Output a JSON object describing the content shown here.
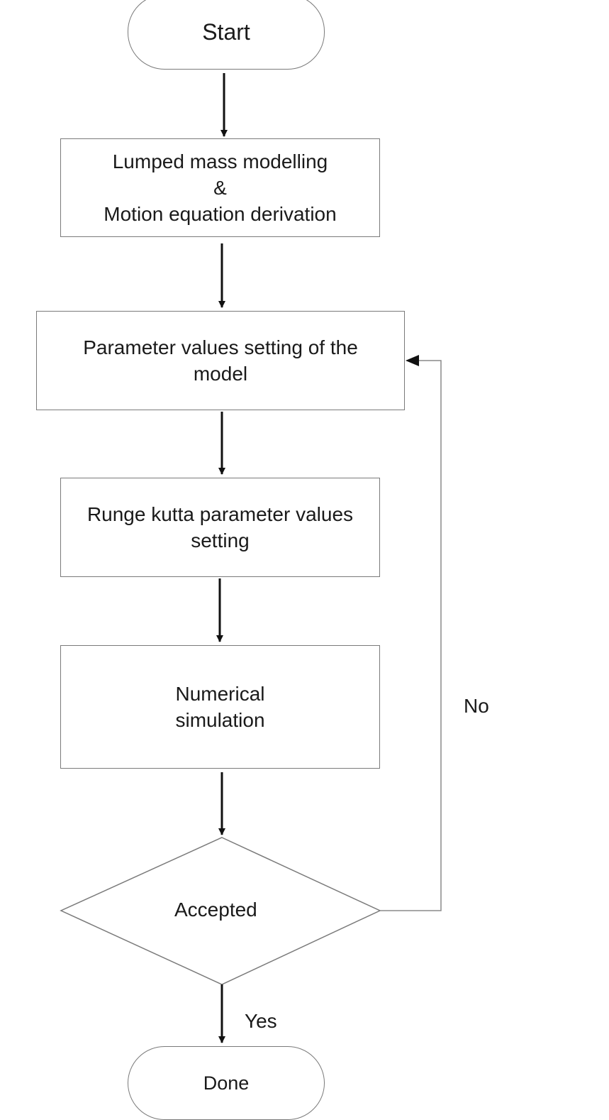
{
  "diagram": {
    "type": "flowchart",
    "nodes": {
      "start": {
        "label": "Start"
      },
      "modelling": {
        "lines": [
          "Lumped mass modelling",
          "&",
          "Motion equation derivation"
        ]
      },
      "parameter_setting": {
        "lines": [
          "Parameter values setting of the",
          "model"
        ]
      },
      "runge_kutta": {
        "lines": [
          "Runge kutta parameter values",
          "setting"
        ]
      },
      "simulation": {
        "lines": [
          "Numerical",
          "simulation"
        ]
      },
      "decision": {
        "label": "Accepted"
      },
      "done": {
        "label": "Done"
      }
    },
    "edge_labels": {
      "no": "No",
      "yes": "Yes"
    },
    "colors": {
      "shape_border": "#7a7a7a",
      "arrow": "#111111",
      "feedback_line": "#8a8a8a",
      "text": "#1a1a1a",
      "background": "#ffffff"
    }
  }
}
